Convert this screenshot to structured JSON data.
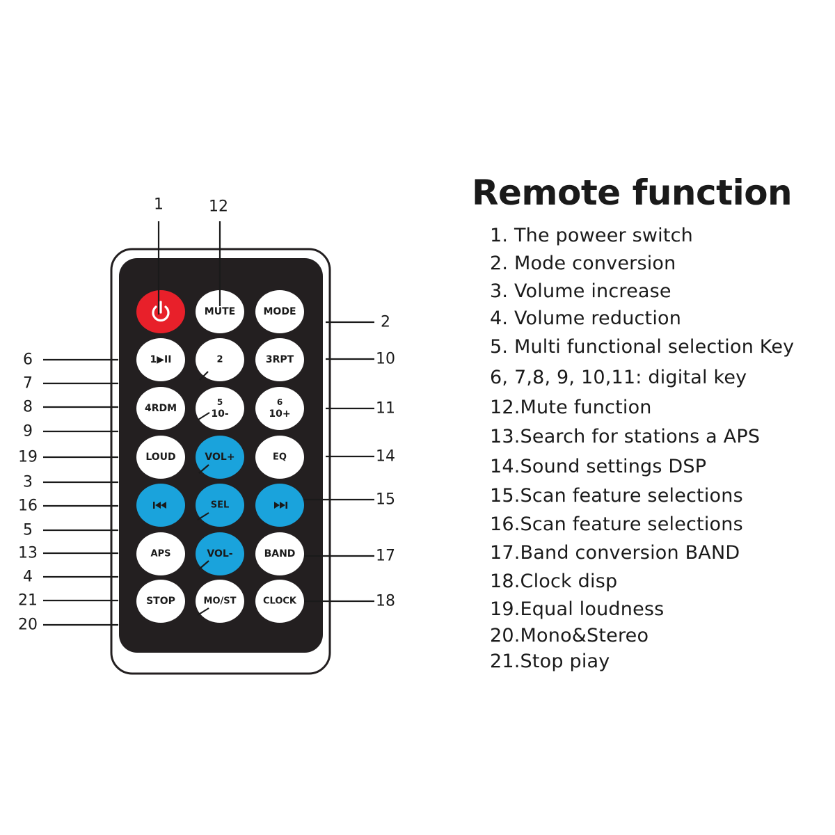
{
  "title": "Remote function",
  "functions": [
    "1. The poweer switch",
    "2. Mode conversion",
    "3. Volume increase",
    "4. Volume reduction",
    "5. Multi functional selection Key",
    "6, 7,8, 9, 10,11: digital key",
    "12.Mute function",
    "13.Search for stations a APS",
    "14.Sound settings DSP",
    "15.Scan feature selections",
    "16.Scan feature selections",
    "17.Band conversion BAND",
    "18.Clock disp",
    "19.Equal loudness",
    "20.Mono&Stereo",
    "21.Stop piay"
  ],
  "buttons": [
    {
      "id": "power",
      "line1": "",
      "line2": "",
      "icon": "power-icon",
      "color": "#e8202a"
    },
    {
      "id": "mute",
      "line1": "MUTE",
      "line2": "",
      "icon": "",
      "color": "#ffffff"
    },
    {
      "id": "mode",
      "line1": "MODE",
      "line2": "",
      "icon": "",
      "color": "#ffffff"
    },
    {
      "id": "key-1",
      "line1": "1▶II",
      "line2": "",
      "icon": "",
      "color": "#ffffff"
    },
    {
      "id": "key-2",
      "line1": "2",
      "line2": "",
      "icon": "",
      "color": "#ffffff"
    },
    {
      "id": "key-3",
      "line1": "3RPT",
      "line2": "",
      "icon": "",
      "color": "#ffffff"
    },
    {
      "id": "key-4",
      "line1": "4RDM",
      "line2": "",
      "icon": "",
      "color": "#ffffff"
    },
    {
      "id": "key-5",
      "line1": "5",
      "line2": "10-",
      "icon": "",
      "color": "#ffffff"
    },
    {
      "id": "key-6",
      "line1": "6",
      "line2": "10+",
      "icon": "",
      "color": "#ffffff"
    },
    {
      "id": "loud",
      "line1": "LOUD",
      "line2": "",
      "icon": "",
      "color": "#ffffff"
    },
    {
      "id": "vol-up",
      "line1": "VOL+",
      "line2": "",
      "icon": "",
      "color": "#1aa3dc"
    },
    {
      "id": "eq",
      "line1": "EQ",
      "line2": "",
      "icon": "",
      "color": "#ffffff"
    },
    {
      "id": "prev",
      "line1": "",
      "line2": "",
      "icon": "skip-previous-icon",
      "color": "#1aa3dc"
    },
    {
      "id": "sel",
      "line1": "SEL",
      "line2": "",
      "icon": "",
      "color": "#1aa3dc"
    },
    {
      "id": "next",
      "line1": "",
      "line2": "",
      "icon": "skip-next-icon",
      "color": "#1aa3dc"
    },
    {
      "id": "aps",
      "line1": "APS",
      "line2": "",
      "icon": "",
      "color": "#ffffff"
    },
    {
      "id": "vol-down",
      "line1": "VOL-",
      "line2": "",
      "icon": "",
      "color": "#1aa3dc"
    },
    {
      "id": "band",
      "line1": "BAND",
      "line2": "",
      "icon": "",
      "color": "#ffffff"
    },
    {
      "id": "stop",
      "line1": "STOP",
      "line2": "",
      "icon": "",
      "color": "#ffffff"
    },
    {
      "id": "mo-st",
      "line1": "MO/ST",
      "line2": "",
      "icon": "",
      "color": "#ffffff"
    },
    {
      "id": "clock",
      "line1": "CLOCK",
      "line2": "",
      "icon": "",
      "color": "#ffffff"
    }
  ],
  "callouts": {
    "top": [
      "1",
      "12"
    ],
    "left": [
      "6",
      "7",
      "8",
      "9",
      "19",
      "3",
      "16",
      "5",
      "13",
      "4",
      "21",
      "20"
    ],
    "right": [
      "2",
      "10",
      "11",
      "14",
      "15",
      "17",
      "18"
    ]
  },
  "colors": {
    "remote_body": "#231f20",
    "power": "#e8202a",
    "accent_blue": "#1aa3dc",
    "button_white": "#ffffff"
  }
}
